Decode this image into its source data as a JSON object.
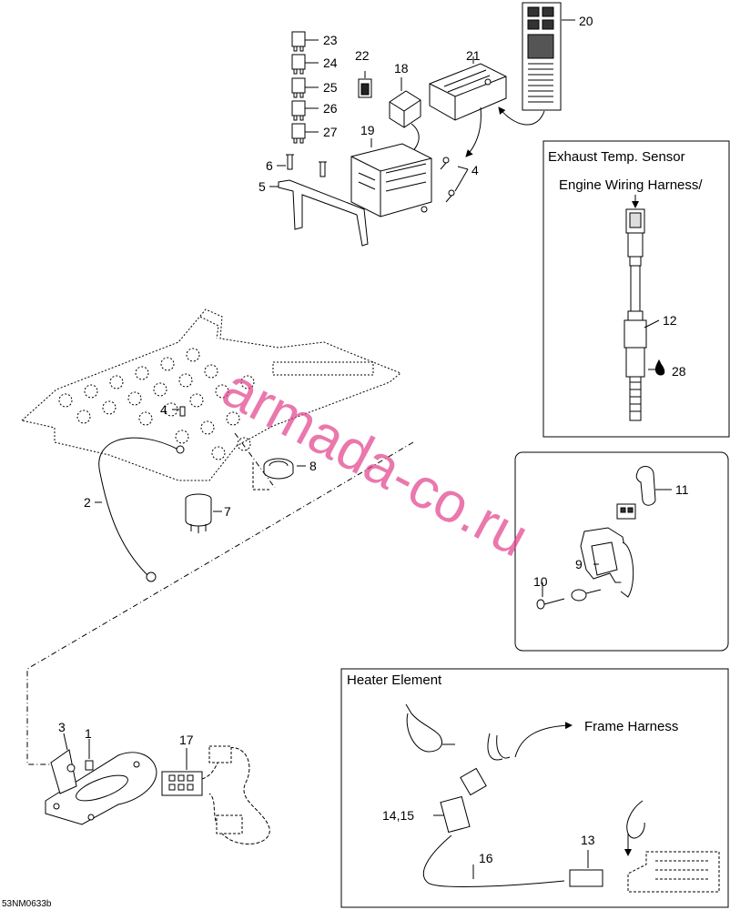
{
  "diagram": {
    "part_labels": {
      "p1": "1",
      "p2": "2",
      "p3": "3",
      "p4a": "4",
      "p4b": "4",
      "p5": "5",
      "p6": "6",
      "p7": "7",
      "p8": "8",
      "p9": "9",
      "p10": "10",
      "p11": "11",
      "p12": "12",
      "p13": "13",
      "p14_15": "14,15",
      "p16": "16",
      "p17": "17",
      "p18": "18",
      "p19": "19",
      "p20": "20",
      "p21": "21",
      "p22": "22",
      "p23": "23",
      "p24": "24",
      "p25": "25",
      "p26": "26",
      "p27": "27",
      "p28": "28"
    },
    "exhaust_box": {
      "title": "Exhaust Temp. Sensor",
      "subtitle": "Engine Wiring Harness/"
    },
    "heater_box": {
      "title": "Heater Element",
      "frame_harness": "Frame Harness"
    },
    "drawing_ref": "53NM0633b",
    "watermark": "armada-co.ru",
    "colors": {
      "line": "#000000",
      "watermark": "#e23f8a"
    }
  }
}
